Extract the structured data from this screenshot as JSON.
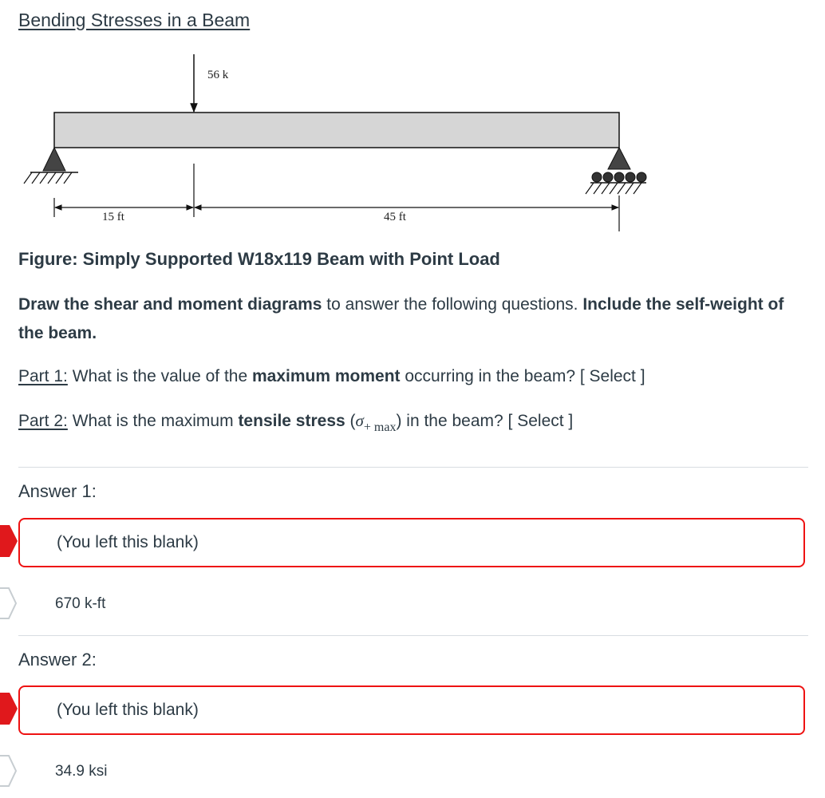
{
  "title": "Bending Stresses in a Beam",
  "figure": {
    "load_label": "56 k",
    "dim_left_label": "15 ft",
    "dim_right_label": "45 ft",
    "caption": "Figure: Simply Supported W18x119 Beam with Point Load"
  },
  "instructions": {
    "bold_1": "Draw the shear and moment diagrams",
    "text_1": " to answer the following questions. ",
    "bold_2": "Include the self-weight of the beam."
  },
  "part1": {
    "label": "Part 1:",
    "text_1": " What is the value of the ",
    "bold": "maximum moment",
    "text_2": " occurring in the beam? ",
    "select": "[ Select ]"
  },
  "part2": {
    "label": "Part 2:",
    "text_1": " What is the maximum ",
    "bold": "tensile stress",
    "text_2": " (",
    "sigma": "σ",
    "subscript": "+ max",
    "text_3": ") in the beam? ",
    "select": "[ Select ]"
  },
  "answer1": {
    "heading": "Answer 1:",
    "user_answer": "(You left this blank)",
    "correct_answer": "670 k-ft"
  },
  "answer2": {
    "heading": "Answer 2:",
    "user_answer": "(You left this blank)",
    "correct_answer": "34.9 ksi"
  },
  "colors": {
    "incorrect_border": "#ee1212",
    "incorrect_marker": "#e0181c",
    "text": "#2d3b45",
    "beam_fill": "#d6d6d6"
  }
}
